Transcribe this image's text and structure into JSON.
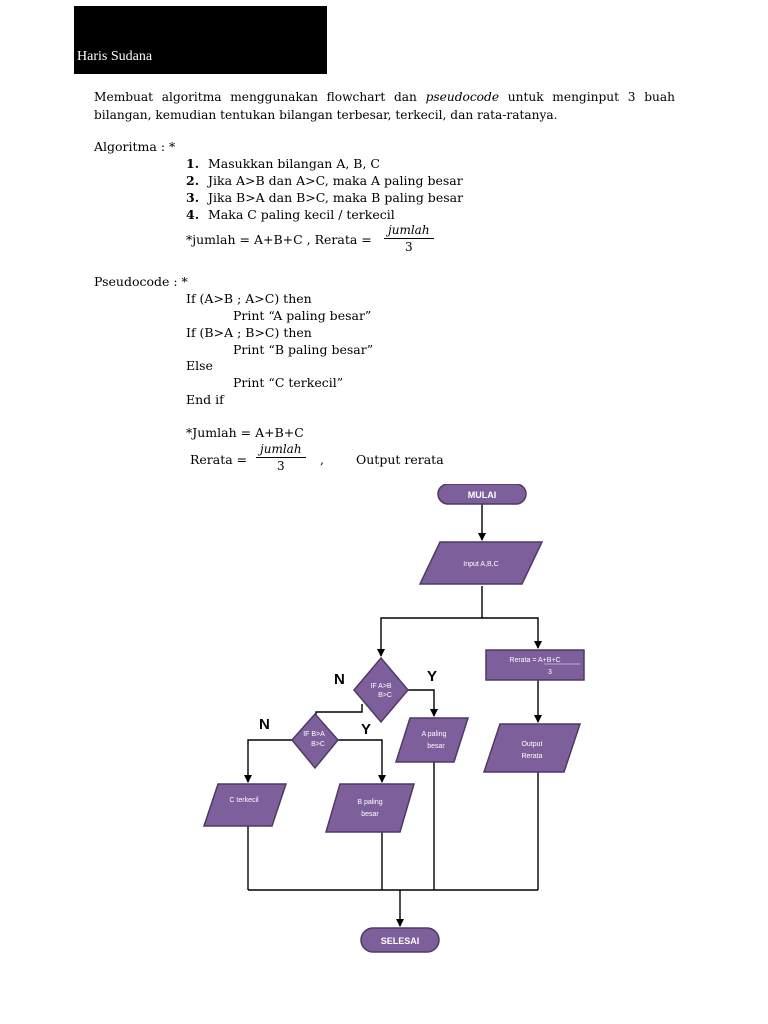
{
  "header": {
    "name": "Haris Sudana"
  },
  "intro": {
    "line1_a": "Membuat algoritma menggunakan flowchart dan ",
    "line1_em": "pseudocode",
    "line1_b": " untuk menginput 3 buah",
    "line2": "bilangan, kemudian tentukan bilangan terbesar, terkecil, dan rata-ratanya."
  },
  "algoritma": {
    "label": "Algoritma : *",
    "steps": [
      {
        "num": "1.",
        "text": "Masukkan bilangan A, B, C"
      },
      {
        "num": "2.",
        "text": "Jika A>B dan A>C, maka A paling besar"
      },
      {
        "num": "3.",
        "text": "Jika B>A dan B>C, maka B paling besar"
      },
      {
        "num": "4.",
        "text": "Maka C paling kecil / terkecil"
      }
    ],
    "formula_prefix": "*jumlah = A+B+C , Rerata =",
    "frac_top": "jumlah",
    "frac_bottom": "3"
  },
  "pseudocode": {
    "label": "Pseudocode : *",
    "lines": [
      "If (A>B ; A>C) then",
      "Print “A paling besar”",
      "If (B>A ; B>C) then",
      "Print “B paling besar”",
      "Else",
      "Print “C terkecil”",
      "End if"
    ],
    "jumlah": "*Jumlah = A+B+C",
    "rerata_prefix": "Rerata =",
    "frac_top": "jumlah",
    "frac_bottom": "3",
    "comma": ",",
    "output": "Output rerata"
  },
  "flowchart": {
    "colors": {
      "fill": "#7d5f9b",
      "stroke": "#4f3a66",
      "line": "#000000"
    },
    "start": "MULAI",
    "input": "Input A,B,C",
    "decision1_l1": "IF A>B",
    "decision1_l2": "B>C",
    "decision2_l1": "IF B>A",
    "decision2_l2": "B>C",
    "label_n1": "N",
    "label_y1": "Y",
    "label_n2": "N",
    "label_y2": "Y",
    "rerata_l1": "Rerata = A+B+C",
    "rerata_l2": "3",
    "a_besar_l1": "A paling",
    "a_besar_l2": "besar",
    "output_l1": "Output",
    "output_l2": "Rerata",
    "c_kecil": "C terkecil",
    "b_besar_l1": "B paling",
    "b_besar_l2": "besar",
    "end": "SELESAI"
  }
}
